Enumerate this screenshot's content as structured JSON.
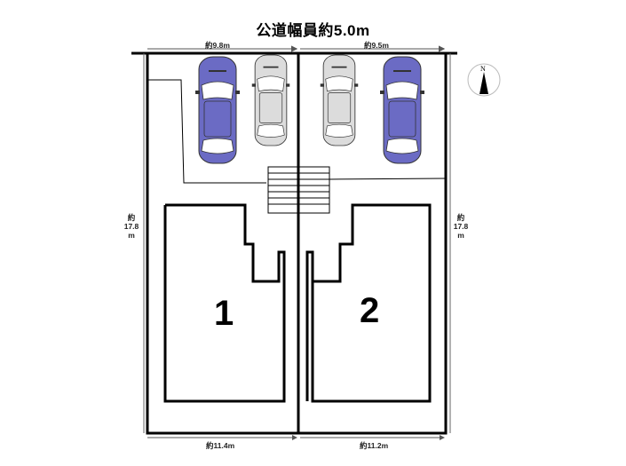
{
  "road": {
    "label": "公道幅員約5.0m"
  },
  "dimensions": {
    "top_left": "約9.8m",
    "top_right": "約9.5m",
    "bottom_left": "約11.4m",
    "bottom_right": "約11.2m",
    "left_side": [
      "約",
      "17.8",
      "m"
    ],
    "right_side": [
      "約",
      "17.8",
      "m"
    ]
  },
  "lots": [
    {
      "number": "1"
    },
    {
      "number": "2"
    }
  ],
  "compass": {
    "label": "N"
  },
  "cars": [
    {
      "color": "#6b6bc4",
      "position": "lot-1-outer"
    },
    {
      "color": "#dcdcdc",
      "position": "lot-1-inner"
    },
    {
      "color": "#dcdcdc",
      "position": "lot-2-inner"
    },
    {
      "color": "#6b6bc4",
      "position": "lot-2-outer"
    }
  ],
  "colors": {
    "line": "#000000",
    "car_blue": "#6b6bc4",
    "car_gray": "#dcdcdc",
    "dim_line": "#777777"
  }
}
